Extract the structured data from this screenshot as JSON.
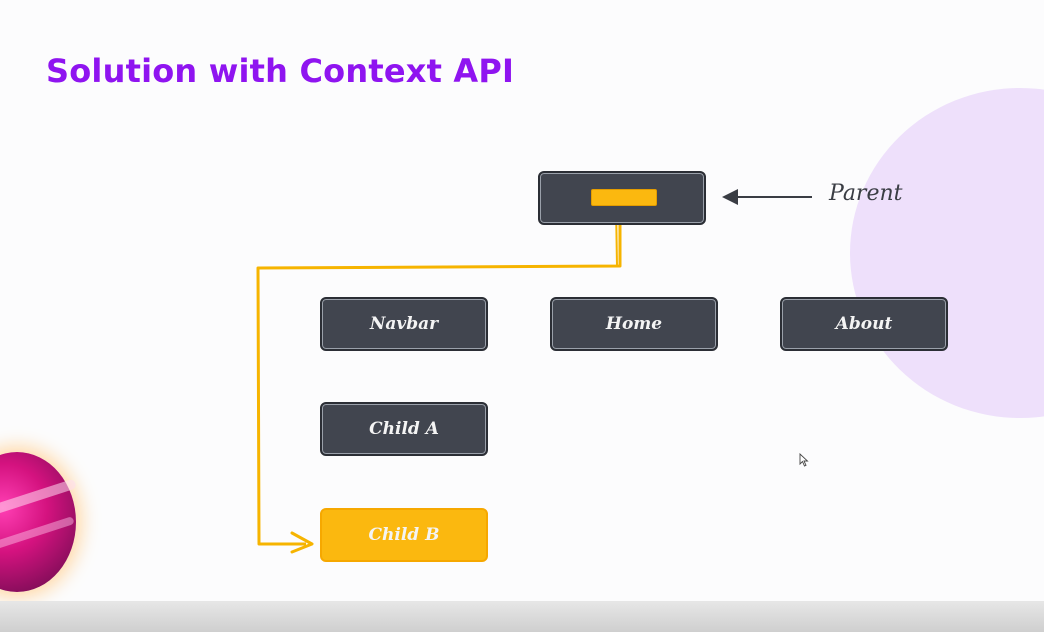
{
  "slide": {
    "title": "Solution with Context API"
  },
  "diagram": {
    "parent_annotation": "Parent",
    "nodes": {
      "navbar": "Navbar",
      "home": "Home",
      "about": "About",
      "child_a": "Child A",
      "child_b": "Child B"
    }
  },
  "colors": {
    "title": "#8f14f0",
    "node_dark": "#41454f",
    "node_highlight": "#fbb80f",
    "wire": "#f6b400",
    "decor_circle": "#eee0fb"
  },
  "icons": {
    "parent_arrow": "arrow-left-icon",
    "cursor": "mouse-pointer-icon"
  }
}
